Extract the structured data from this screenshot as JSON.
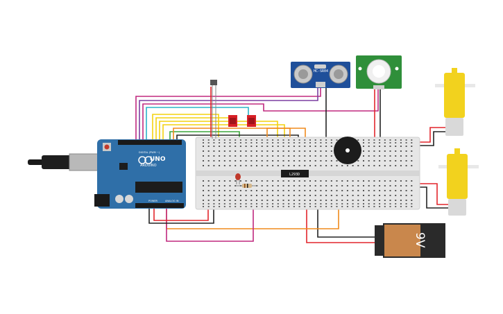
{
  "arduino": {
    "brand": "ARDUINO",
    "model": "UNO",
    "digital_label": "DIGITAL (PWM ~)",
    "power_label": "POWER",
    "analog_label": "ANALOG IN",
    "body_color": "#2f6fa8"
  },
  "sensor": {
    "label": "HC-SR04",
    "color": "#1f4f9a"
  },
  "pir": {
    "color": "#2f8f3a"
  },
  "driver_ic": {
    "label": "L293D"
  },
  "battery": {
    "label": "9V",
    "cap_color": "#2a2a2a",
    "body_color": "#c9874c"
  },
  "motors": {
    "color": "#f2d21e"
  },
  "wire_colors": {
    "red": "#e2252b",
    "black": "#222222",
    "orange": "#f08a1c",
    "yellow": "#f3d20f",
    "magenta": "#c0287f",
    "purple": "#7b3fa0",
    "cyan": "#2bb3c9",
    "green": "#3aa63a"
  }
}
